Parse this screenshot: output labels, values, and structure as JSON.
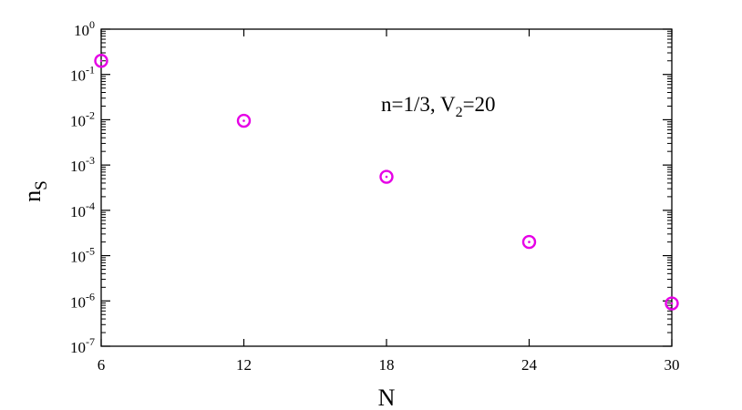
{
  "chart_data": {
    "type": "scatter",
    "title": "",
    "xlabel": "N",
    "ylabel": {
      "base": "n",
      "sub": "S"
    },
    "x_ticks": [
      "6",
      "12",
      "18",
      "24",
      "30"
    ],
    "y_ticks": [
      {
        "base": "10",
        "exp": "0"
      },
      {
        "base": "10",
        "exp": "-1"
      },
      {
        "base": "10",
        "exp": "-2"
      },
      {
        "base": "10",
        "exp": "-3"
      },
      {
        "base": "10",
        "exp": "-4"
      },
      {
        "base": "10",
        "exp": "-5"
      },
      {
        "base": "10",
        "exp": "-6"
      },
      {
        "base": "10",
        "exp": "-7"
      }
    ],
    "xlim": [
      6,
      30
    ],
    "ylim": [
      1e-07,
      1
    ],
    "y_scale": "log",
    "grid": false,
    "annotation": {
      "prefix": "n=1/3,  V",
      "sub": "2",
      "suffix": "=20"
    },
    "series": [
      {
        "marker": "circle-with-dot",
        "color": "#e600e6",
        "x": [
          6,
          12,
          18,
          24,
          30
        ],
        "y": [
          0.2,
          0.0095,
          0.00055,
          2e-05,
          8.8e-07
        ]
      }
    ]
  }
}
